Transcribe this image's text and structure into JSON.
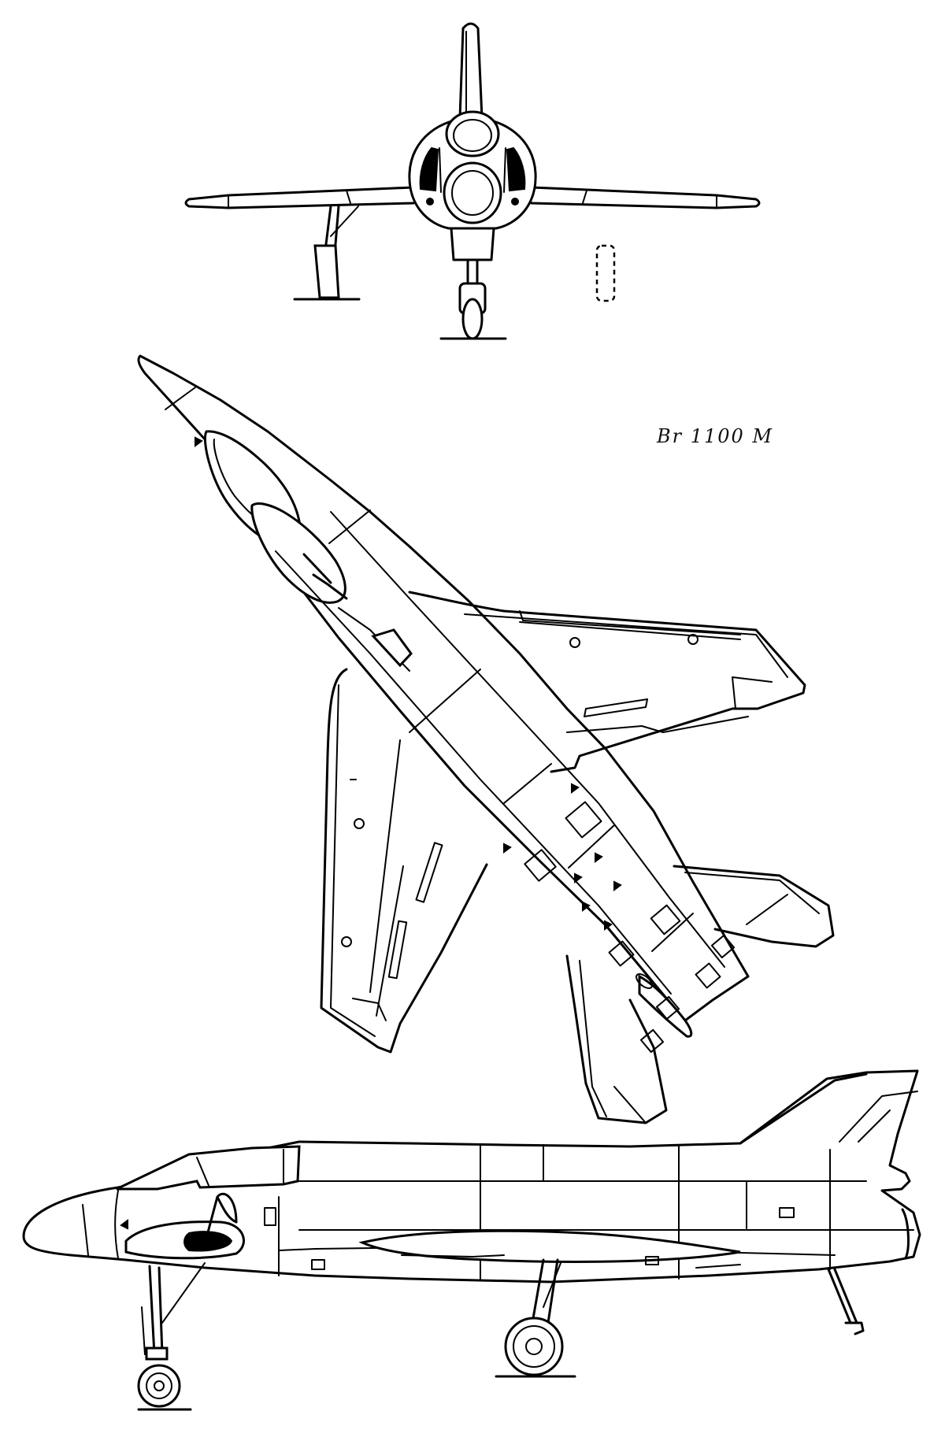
{
  "drawing": {
    "designation": "Br 1100 M",
    "views": [
      "front",
      "top",
      "side"
    ],
    "line_color": "#000000",
    "background": "#ffffff"
  }
}
